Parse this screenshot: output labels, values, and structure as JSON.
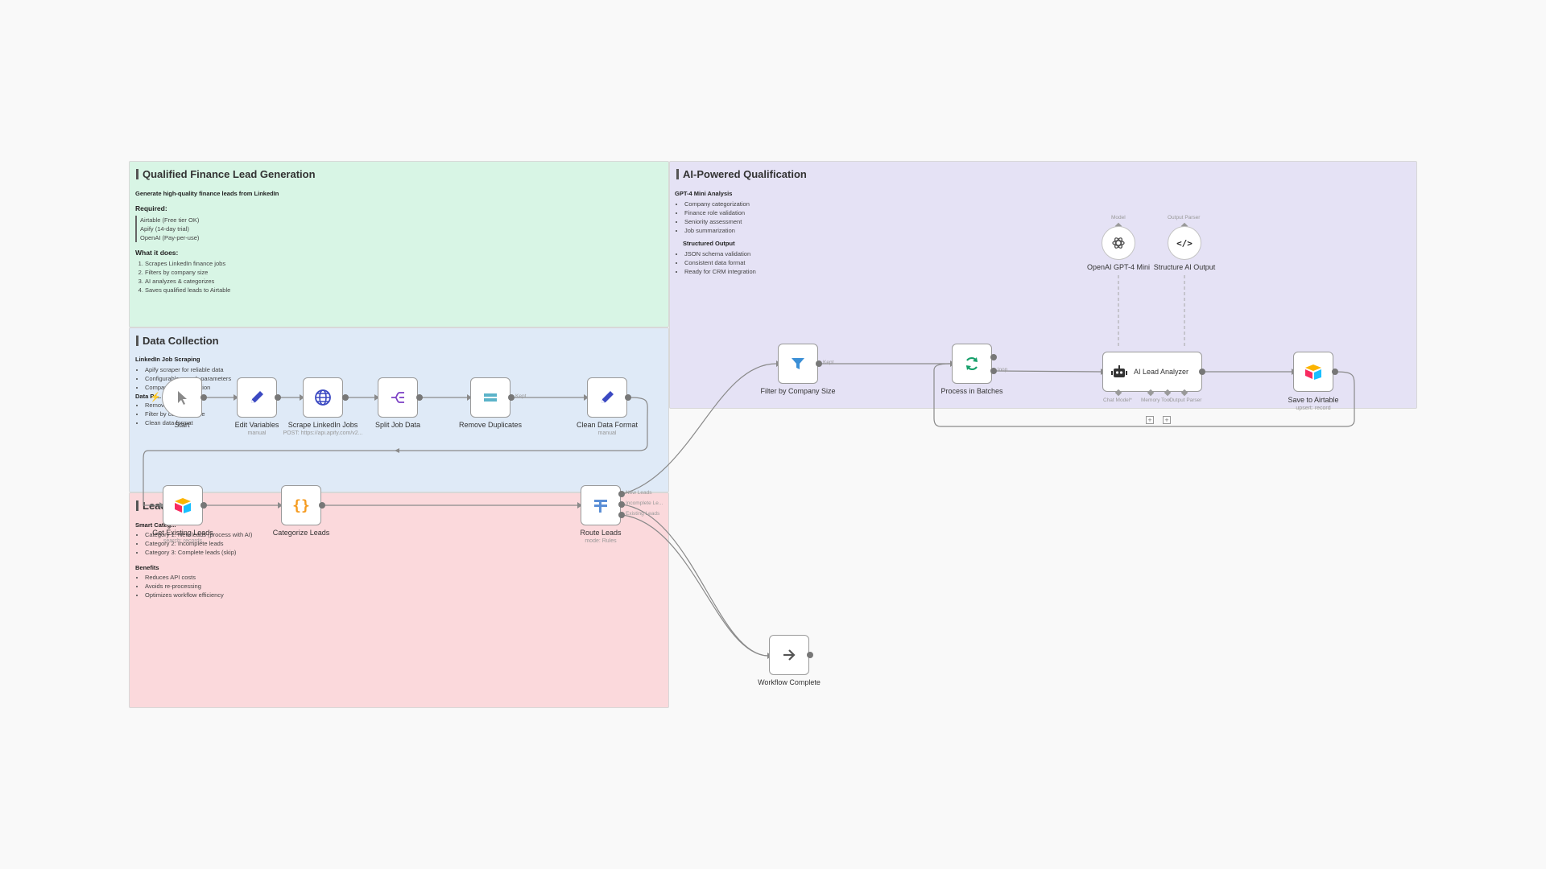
{
  "colors": {
    "sticky_green": "#d8f5e5",
    "sticky_blue": "#dfeaf7",
    "sticky_red": "#fbd9dc",
    "sticky_purple": "#e5e2f5",
    "accent_blue": "#3b49c2",
    "accent_orange": "#f59b1f",
    "accent_teal": "#17a06b"
  },
  "stickies": {
    "qualified": {
      "title": "Qualified Finance Lead Generation",
      "subtitle": "Generate high-quality finance leads from LinkedIn",
      "required_label": "Required:",
      "required": [
        "Airtable (Free tier OK)",
        "Apify (14-day trial)",
        "OpenAI (Pay-per-use)"
      ],
      "what_label": "What it does:",
      "what": [
        "Scrapes LinkedIn finance jobs",
        "Filters by company size",
        "AI analyzes & categorizes",
        "Saves qualified leads to Airtable"
      ]
    },
    "collection": {
      "title": "Data Collection",
      "h1": "LinkedIn Job Scraping",
      "b1": [
        "Apify scraper for reliable data",
        "Configurable search parameters",
        "Company size validation"
      ],
      "h2": "Data Pr...",
      "b2": [
        "Remove...",
        "Filter by company size",
        "Clean data format"
      ]
    },
    "lead": {
      "title": "Lead ... nce",
      "h1": "Smart Categ...",
      "b1": [
        "Category 1: New leads (process with AI)",
        "Category 2: Incomplete leads",
        "Category 3: Complete leads (skip)"
      ],
      "h2": "Benefits",
      "b2": [
        "Reduces API costs",
        "Avoids re-processing",
        "Optimizes workflow efficiency"
      ]
    },
    "ai": {
      "title": "AI-Powered Qualification",
      "h1": "GPT-4 Mini Analysis",
      "b1": [
        "Company categorization",
        "Finance role validation",
        "Seniority assessment",
        "Job summarization"
      ],
      "h2": "Structured Output",
      "b2": [
        "JSON schema validation",
        "Consistent data format",
        "Ready for CRM integration"
      ]
    }
  },
  "nodes": {
    "start": {
      "label": "Start",
      "icon": "cursor-icon"
    },
    "edit_variables": {
      "label": "Edit Variables",
      "sub": "manual",
      "icon": "pencil-icon"
    },
    "scrape": {
      "label": "Scrape LinkedIn Jobs",
      "sub": "POST: https://api.apify.com/v2...",
      "icon": "globe-icon"
    },
    "split": {
      "label": "Split Job Data",
      "icon": "split-icon"
    },
    "remove_dup": {
      "label": "Remove Duplicates",
      "icon": "dedupe-icon"
    },
    "clean": {
      "label": "Clean Data Format",
      "sub": "manual",
      "icon": "pencil-icon"
    },
    "get_existing": {
      "label": "Get Existing Leads",
      "sub": "search: records",
      "icon": "airtable-icon"
    },
    "categorize": {
      "label": "Categorize Leads",
      "icon": "code-braces-icon"
    },
    "route": {
      "label": "Route Leads",
      "sub": "mode: Rules",
      "icon": "switch-icon",
      "outputs": [
        "New Leads",
        "Incomplete Le...",
        "Existing Leads"
      ]
    },
    "filter": {
      "label": "Filter by Company Size",
      "icon": "filter-icon",
      "out_label": "Kept"
    },
    "batches": {
      "label": "Process in Batches",
      "icon": "loop-icon",
      "out_label": "loop"
    },
    "analyzer": {
      "label": "AI Lead Analyzer",
      "icon": "robot-icon",
      "ports": [
        "Chat Model*",
        "Memory",
        "Tool",
        "Output Parser"
      ]
    },
    "save": {
      "label": "Save to Airtable",
      "sub": "upsert: record",
      "icon": "airtable-icon"
    },
    "openai": {
      "label": "OpenAI GPT-4 Mini",
      "top": "Model",
      "icon": "openai-icon"
    },
    "structure": {
      "label": "Structure AI Output",
      "top": "Output Parser",
      "icon": "code-tag-icon"
    },
    "complete": {
      "label": "Workflow Complete",
      "icon": "arrow-right-icon"
    }
  },
  "remove_dup_out": "Kept"
}
